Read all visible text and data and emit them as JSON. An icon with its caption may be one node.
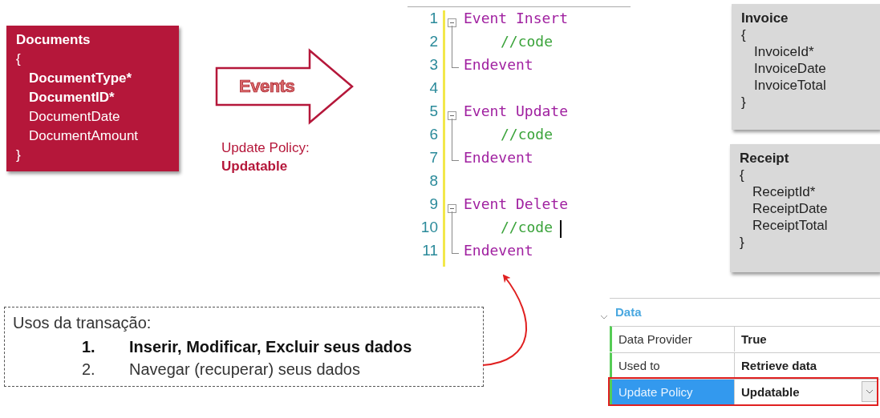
{
  "diagram": {
    "nodes": [
      {
        "text": [
          "Documents",
          "{",
          "DocumentType*",
          "DocumentID*",
          "DocumentDate",
          "DocumentAmount",
          "}"
        ]
      },
      {
        "text": [
          "Events"
        ]
      },
      {
        "text": [
          "Event Insert",
          "//code",
          "Endevent",
          "Event Update",
          "//code",
          "Endevent",
          "Event Delete",
          "//code",
          "Endevent"
        ]
      },
      {
        "text": [
          "Invoice",
          "{",
          "InvoiceId*",
          "InvoiceDate",
          "InvoiceTotal",
          "}"
        ]
      },
      {
        "text": [
          "Receipt",
          "{",
          "ReceiptId*",
          "ReceiptDate",
          "ReceiptTotal",
          "}"
        ]
      },
      {
        "text": [
          "Usos da transação:",
          "1.",
          "Inserir, Modificar, Excluir seus dados",
          "2.",
          "Navegar (recuperar) seus dados"
        ]
      }
    ],
    "edges": [
      {
        "from": 5,
        "to": 2,
        "arrow": "to",
        "color": "#e02020"
      }
    ],
    "labels": [
      "Update Policy:",
      "Updatable",
      "1",
      "2",
      "3",
      "4",
      "5",
      "6",
      "7",
      "8",
      "9",
      "10",
      "11",
      "Data",
      "Data Provider",
      "True",
      "Used to",
      "Retrieve data",
      "Update Policy",
      "Updatable"
    ]
  }
}
